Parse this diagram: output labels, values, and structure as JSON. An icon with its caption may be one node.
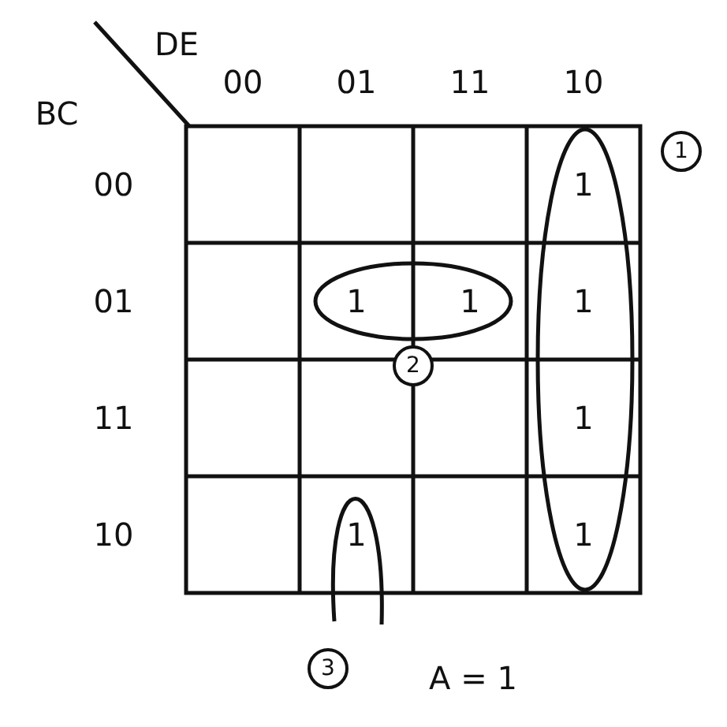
{
  "diagram": {
    "labels": [
      "DE",
      "BC",
      "00",
      "01",
      "11",
      "10",
      "00",
      "01",
      "11",
      "10",
      "1",
      "1",
      "1",
      "1",
      "1",
      "1",
      "1",
      "1",
      "2",
      "3",
      "A = 1"
    ]
  }
}
